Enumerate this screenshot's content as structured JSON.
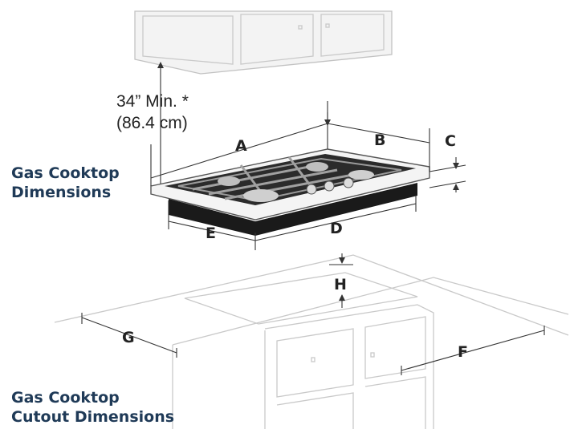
{
  "headings": {
    "cooktop": [
      "Gas Cooktop",
      "Dimensions"
    ],
    "cutout": [
      "Gas Cooktop",
      "Cutout Dimensions"
    ]
  },
  "clearance": {
    "line1": "34” Min. *",
    "line2": "(86.4 cm)"
  },
  "dimension_labels": {
    "A": "A",
    "B": "B",
    "C": "C",
    "D": "D",
    "E": "E",
    "F": "F",
    "G": "G",
    "H": "H"
  },
  "colors": {
    "heading": "#1f3a57",
    "ghost_lines": "#c9c9c9",
    "cooktop_body": "#1a1a1a"
  }
}
